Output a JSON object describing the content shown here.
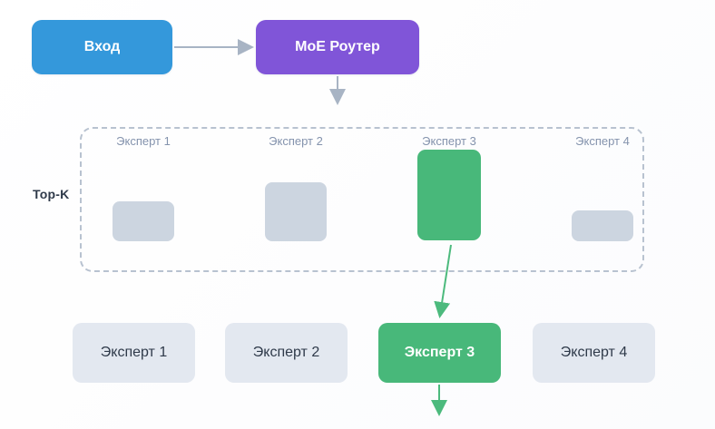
{
  "diagram": {
    "title_nodes": {
      "input_label": "Вход",
      "router_label": "MoE Роутер"
    },
    "topk": {
      "label": "Top-K",
      "bar_labels": [
        "Эксперт 1",
        "Эксперт 2",
        "Эксперт 3",
        "Эксперт 4"
      ],
      "bar_heights": [
        44,
        65,
        100,
        34
      ],
      "selected_index": 2
    },
    "experts": {
      "labels": [
        "Эксперт 1",
        "Эксперт 2",
        "Эксперт 3",
        "Эксперт 4"
      ],
      "selected_index": 2
    },
    "colors": {
      "input": "#3498db",
      "router": "#8055d8",
      "selected": "#48b87a",
      "inactive_bar": "#ccd5e0",
      "expert_box": "#e3e8f0",
      "arrow_gray": "#a8b4c4",
      "arrow_green": "#4cba7d",
      "dashed_border": "#b8c2d0",
      "label_muted": "#8493ad"
    }
  }
}
